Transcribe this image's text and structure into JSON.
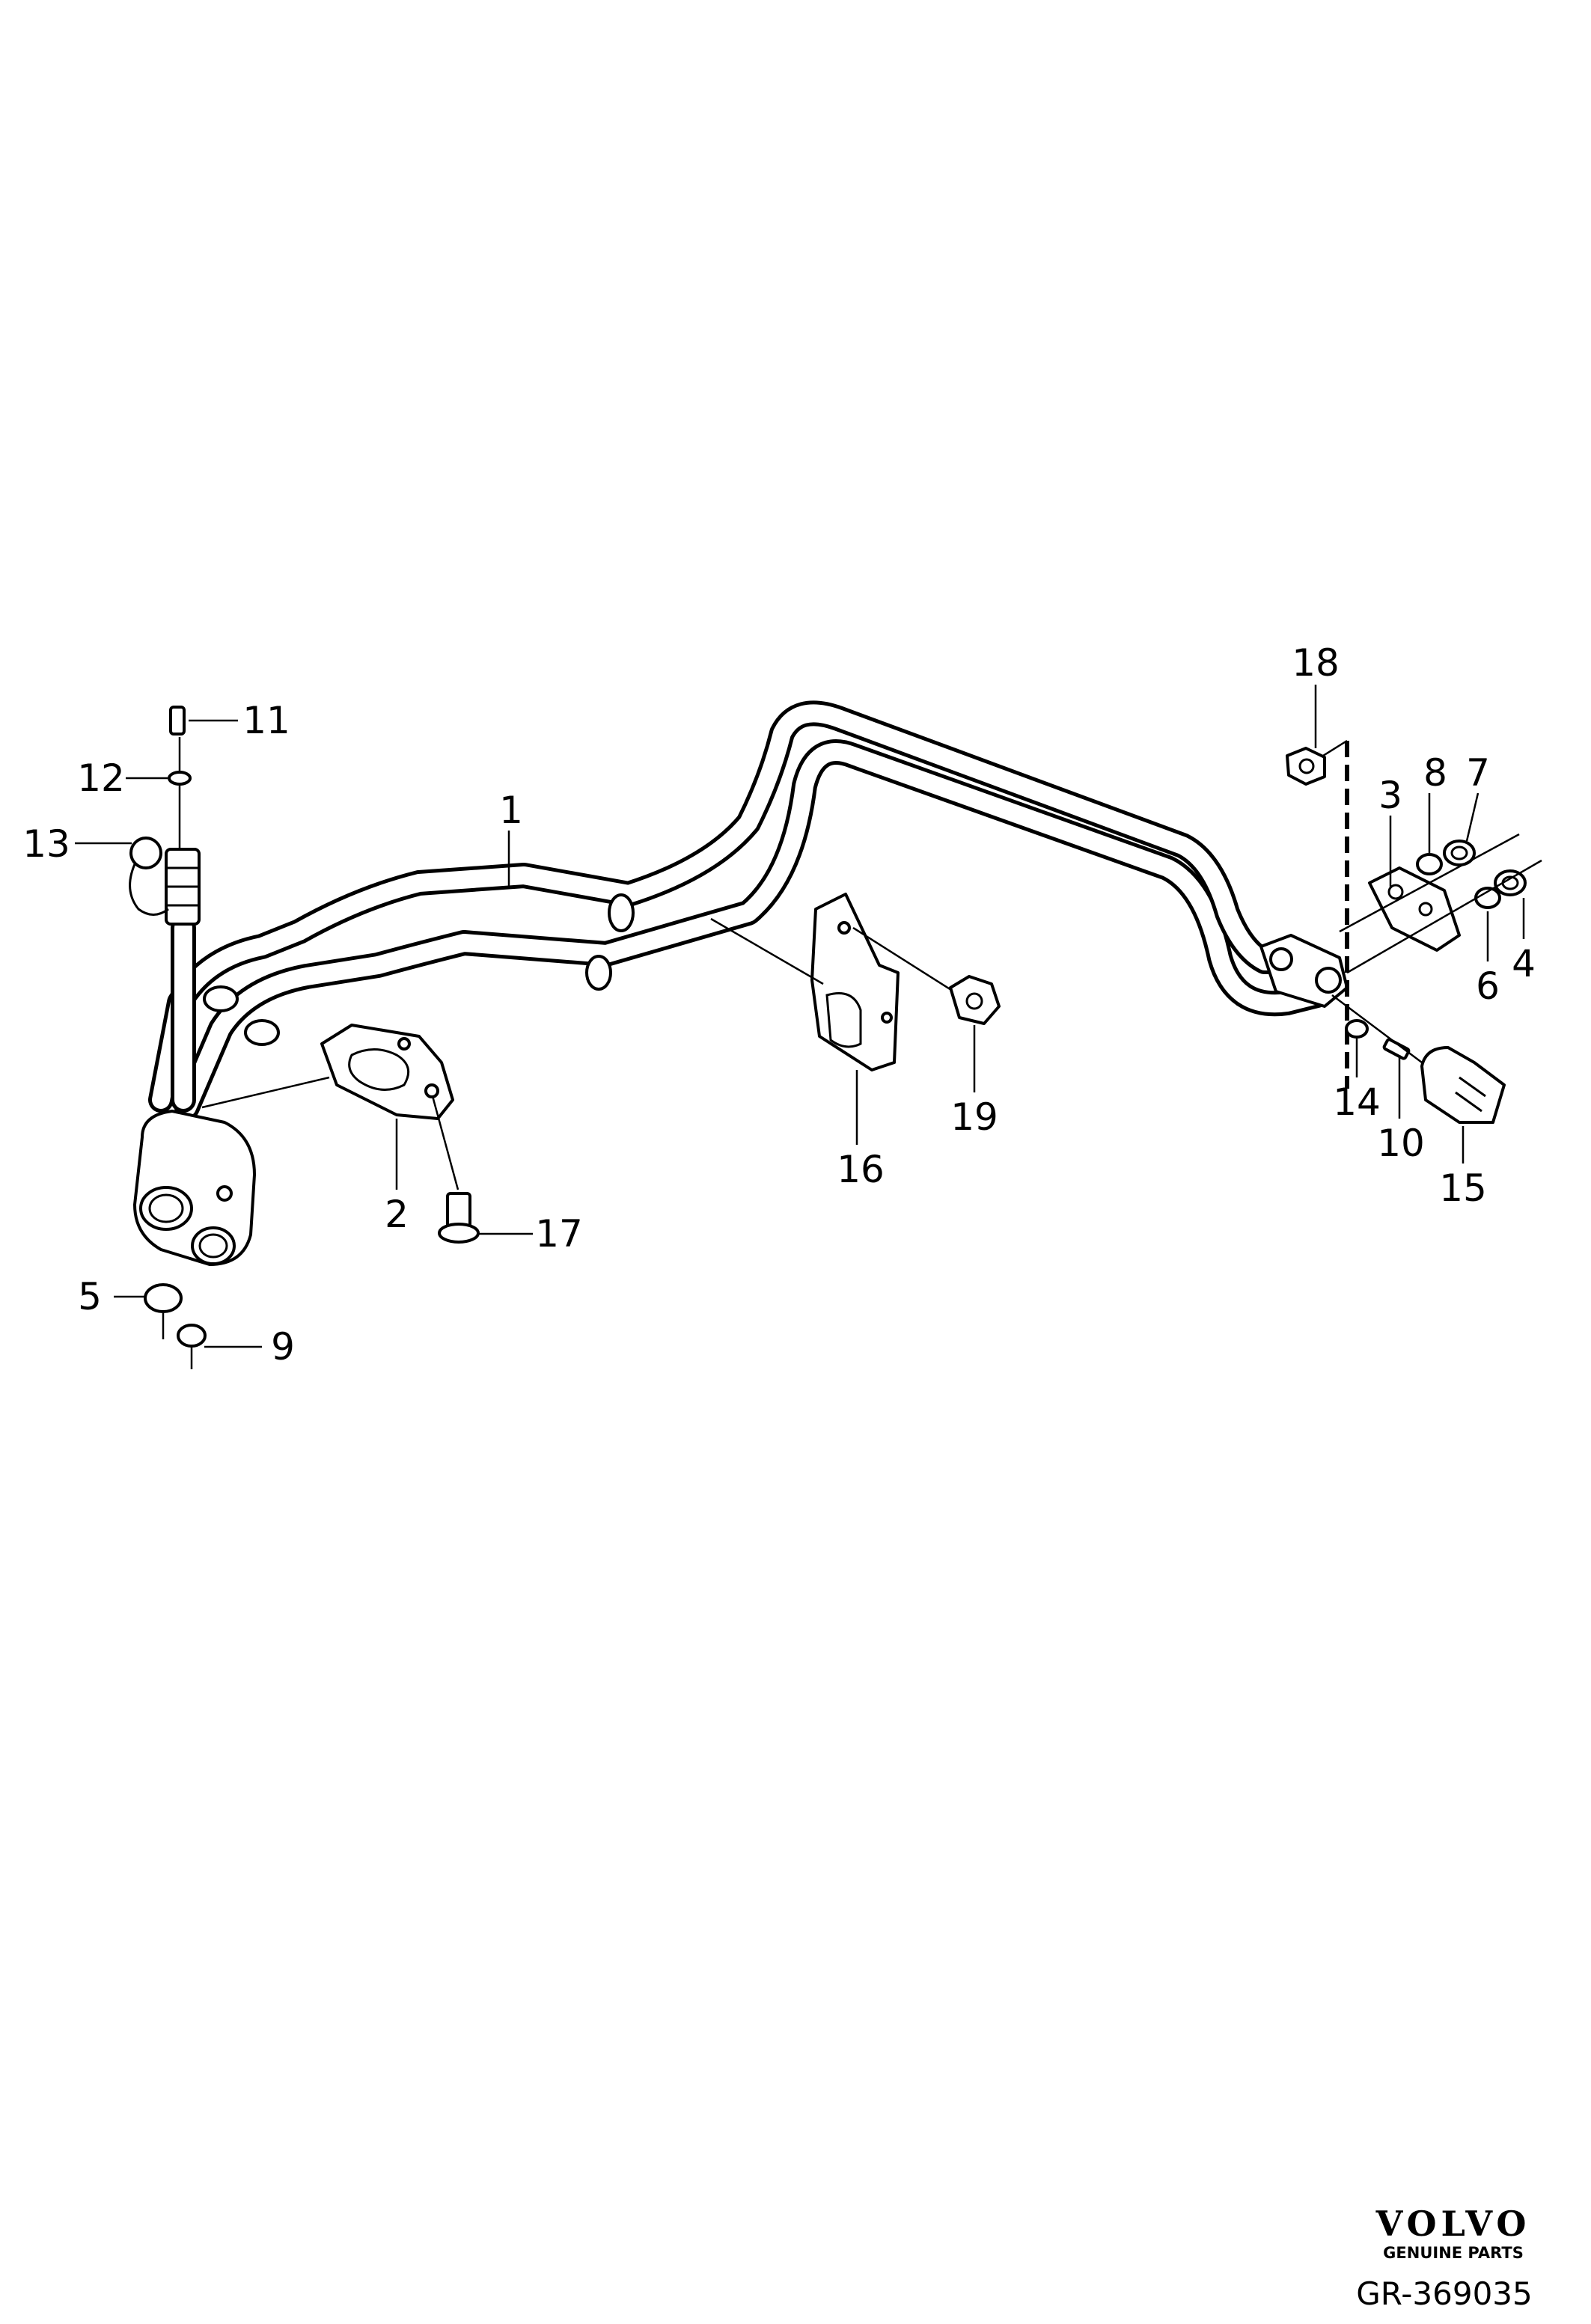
{
  "callouts": [
    {
      "id": "1",
      "text": "1"
    },
    {
      "id": "2",
      "text": "2"
    },
    {
      "id": "3",
      "text": "3"
    },
    {
      "id": "4",
      "text": "4"
    },
    {
      "id": "5",
      "text": "5"
    },
    {
      "id": "6",
      "text": "6"
    },
    {
      "id": "7",
      "text": "7"
    },
    {
      "id": "8",
      "text": "8"
    },
    {
      "id": "9",
      "text": "9"
    },
    {
      "id": "10",
      "text": "10"
    },
    {
      "id": "11",
      "text": "11"
    },
    {
      "id": "12",
      "text": "12"
    },
    {
      "id": "13",
      "text": "13"
    },
    {
      "id": "14",
      "text": "14"
    },
    {
      "id": "15",
      "text": "15"
    },
    {
      "id": "16",
      "text": "16"
    },
    {
      "id": "17",
      "text": "17"
    },
    {
      "id": "18",
      "text": "18"
    },
    {
      "id": "19",
      "text": "19"
    }
  ],
  "footer": {
    "brand": "VOLVO",
    "tagline": "GENUINE PARTS",
    "reference": "GR-369035"
  }
}
